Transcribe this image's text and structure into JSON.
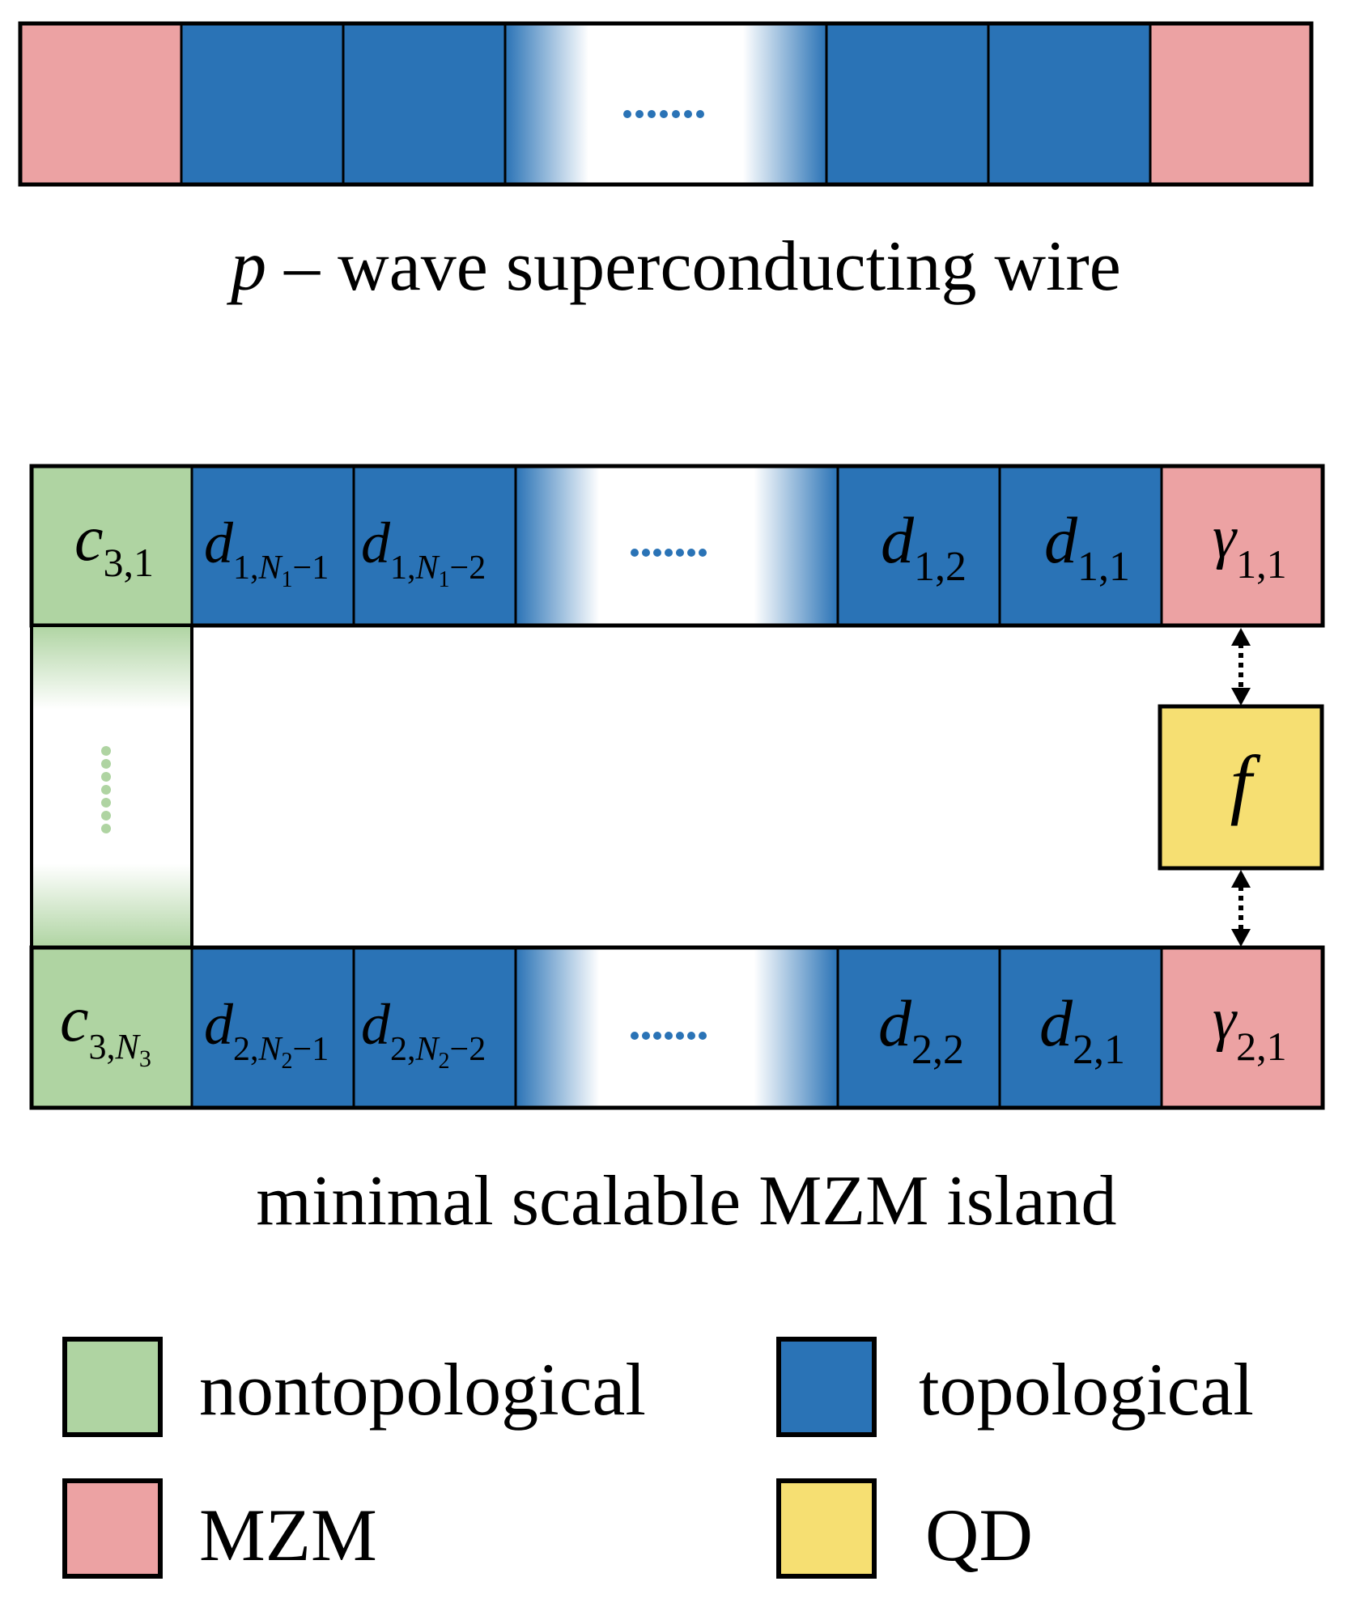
{
  "colors": {
    "nontopological": "#afd4a2",
    "topological": "#2a73b6",
    "mzm": "#eca2a3",
    "qd": "#f6df72",
    "border": "#000000"
  },
  "wire": {
    "caption_var": "p",
    "caption_rest": " – wave superconducting wire"
  },
  "island": {
    "caption": "minimal scalable MZM island",
    "top_row": {
      "c_label": {
        "base": "c",
        "sub": "3,1"
      },
      "d_left_1": {
        "base": "d",
        "sub_pre": "1,",
        "sub_var": "N",
        "sub_var_index": "1",
        "sub_post": "−1"
      },
      "d_left_2": {
        "base": "d",
        "sub_pre": "1,",
        "sub_var": "N",
        "sub_var_index": "1",
        "sub_post": "−2"
      },
      "d_right_2": {
        "base": "d",
        "sub": "1,2"
      },
      "d_right_1": {
        "base": "d",
        "sub": "1,1"
      },
      "gamma": {
        "base": "γ",
        "sub": "1,1"
      }
    },
    "bottom_row": {
      "c_label": {
        "base": "c",
        "sub_pre": "3,",
        "sub_var": "N",
        "sub_var_index": "3"
      },
      "d_left_1": {
        "base": "d",
        "sub_pre": "2,",
        "sub_var": "N",
        "sub_var_index": "2",
        "sub_post": "−1"
      },
      "d_left_2": {
        "base": "d",
        "sub_pre": "2,",
        "sub_var": "N",
        "sub_var_index": "2",
        "sub_post": "−2"
      },
      "d_right_2": {
        "base": "d",
        "sub": "2,2"
      },
      "d_right_1": {
        "base": "d",
        "sub": "2,1"
      },
      "gamma": {
        "base": "γ",
        "sub": "2,1"
      }
    },
    "qd_label": "f"
  },
  "legend": [
    {
      "label": "nontopological",
      "color_key": "nontopological"
    },
    {
      "label": "topological",
      "color_key": "topological"
    },
    {
      "label": "MZM",
      "color_key": "mzm"
    },
    {
      "label": "QD",
      "color_key": "qd"
    }
  ]
}
